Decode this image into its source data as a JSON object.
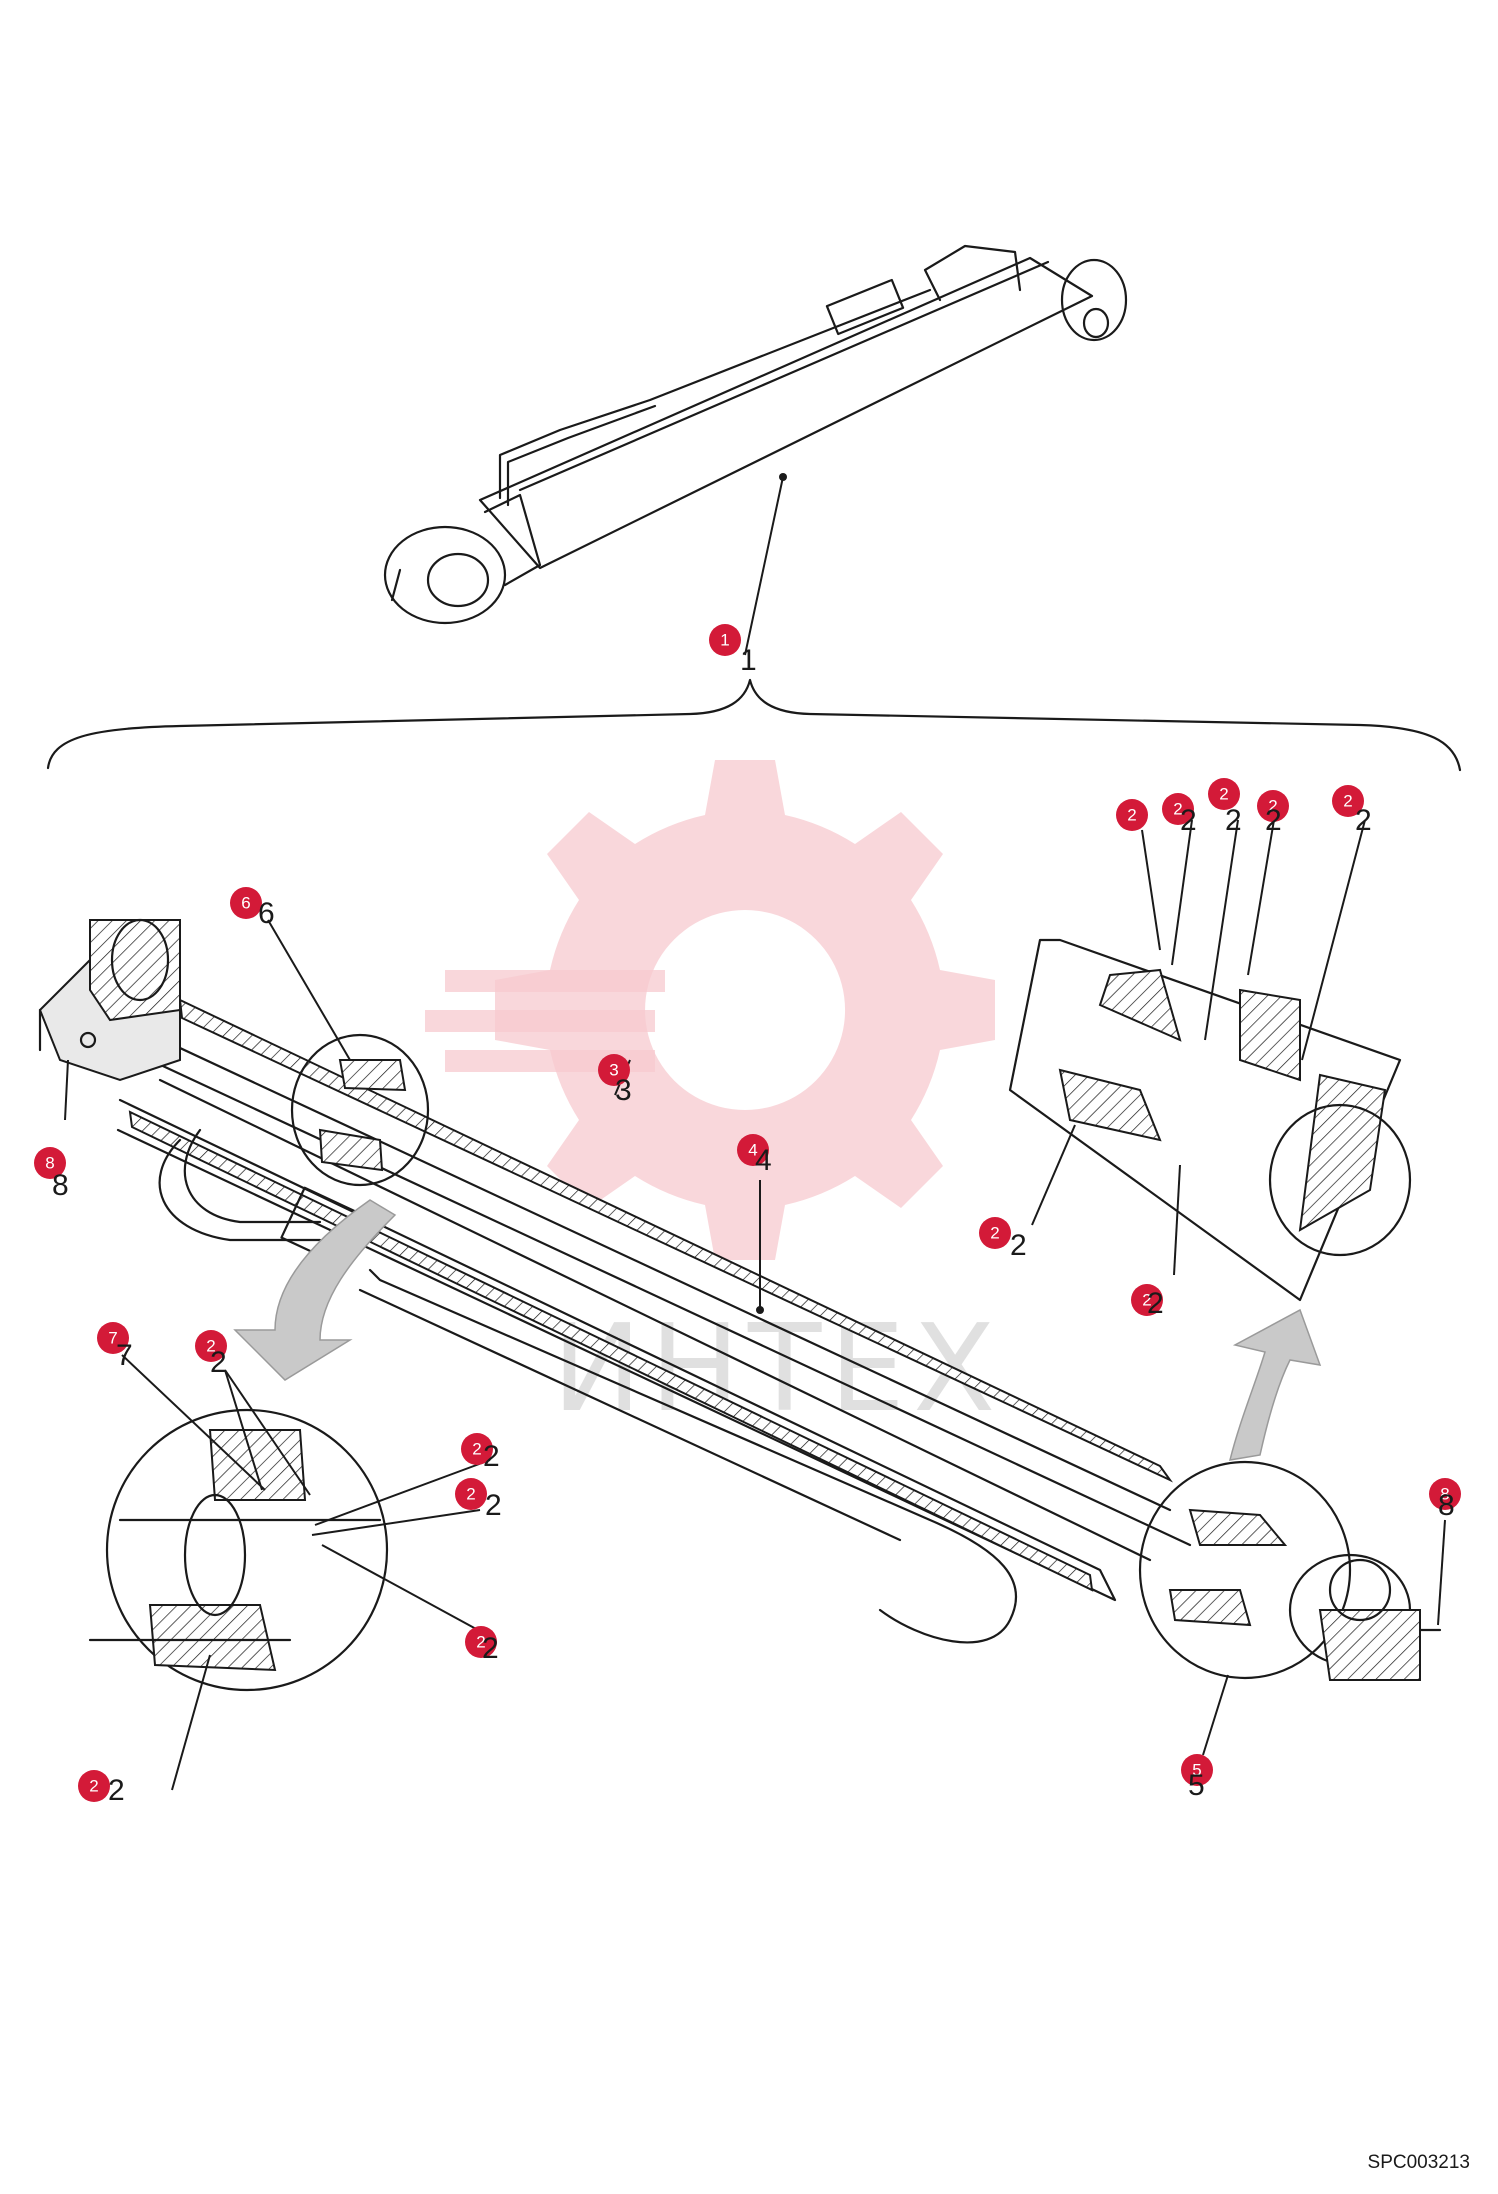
{
  "drawing": {
    "code": "SPC003213",
    "watermark_text": "ИНТЕХ",
    "callouts": [
      {
        "label": "1"
      },
      {
        "label": "2"
      },
      {
        "label": "2"
      },
      {
        "label": "2"
      },
      {
        "label": "2"
      },
      {
        "label": "2"
      },
      {
        "label": "2"
      },
      {
        "label": "2"
      },
      {
        "label": "3"
      },
      {
        "label": "4"
      },
      {
        "label": "6"
      },
      {
        "label": "8"
      },
      {
        "label": "7"
      },
      {
        "label": "2"
      },
      {
        "label": "2"
      },
      {
        "label": "2"
      },
      {
        "label": "2"
      },
      {
        "label": "2"
      },
      {
        "label": "8"
      },
      {
        "label": "5"
      }
    ],
    "plain_numbers": [
      "1",
      "2",
      "2",
      "2",
      "2",
      "2",
      "3",
      "4",
      "6",
      "8",
      "2",
      "2",
      "5",
      "2",
      "2",
      "2",
      "7",
      "2",
      "8"
    ]
  }
}
